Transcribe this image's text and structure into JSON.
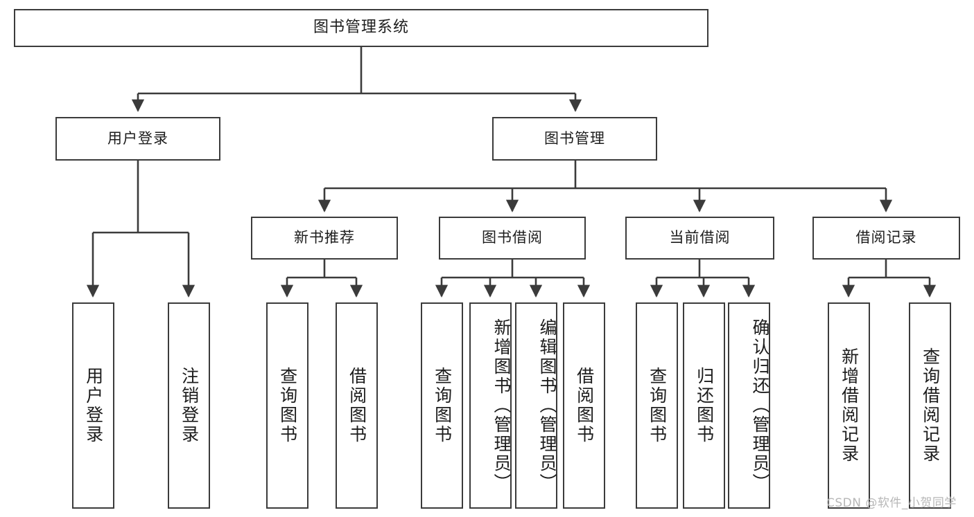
{
  "diagram": {
    "type": "tree-hierarchy",
    "title": "图书管理系统",
    "watermark": "CSDN @软件_小贺同学",
    "colors": {
      "box_border": "#3b3b3b",
      "box_fill": "#ffffff",
      "connector": "#3b3b3b",
      "text": "#1c1c1c",
      "watermark": "#b7b7b7",
      "background": "#ffffff"
    },
    "levels": {
      "root": "图书管理系统",
      "level1": [
        "用户登录",
        "图书管理"
      ],
      "level2": [
        "新书推荐",
        "图书借阅",
        "当前借阅",
        "借阅记录"
      ]
    },
    "nodes": {
      "root": {
        "label": "图书管理系统"
      },
      "user_login": {
        "label": "用户登录"
      },
      "book_manage": {
        "label": "图书管理"
      },
      "new_book_rec": {
        "label": "新书推荐"
      },
      "book_borrow": {
        "label": "图书借阅"
      },
      "current_borrow": {
        "label": "当前借阅"
      },
      "borrow_record": {
        "label": "借阅记录"
      },
      "leaf_user_login": {
        "label": "用户登录"
      },
      "leaf_logout": {
        "label": "注销登录"
      },
      "leaf_query_book_1": {
        "label": "查询图书"
      },
      "leaf_borrow_book_1": {
        "label": "借阅图书"
      },
      "leaf_query_book_2": {
        "label": "查询图书"
      },
      "leaf_add_book_admin": {
        "label": "新增图书（管理员）"
      },
      "leaf_edit_book_admin": {
        "label": "编辑图书（管理员）"
      },
      "leaf_borrow_book_2": {
        "label": "借阅图书"
      },
      "leaf_query_book_3": {
        "label": "查询图书"
      },
      "leaf_return_book": {
        "label": "归还图书"
      },
      "leaf_confirm_return_admin": {
        "label": "确认归还（管理员）"
      },
      "leaf_add_record": {
        "label": "新增借阅记录"
      },
      "leaf_query_record": {
        "label": "查询借阅记录"
      }
    },
    "edges": [
      {
        "from": "图书管理系统",
        "to": "用户登录"
      },
      {
        "from": "图书管理系统",
        "to": "图书管理"
      },
      {
        "from": "用户登录",
        "to": "用户登录"
      },
      {
        "from": "用户登录",
        "to": "注销登录"
      },
      {
        "from": "图书管理",
        "to": "新书推荐"
      },
      {
        "from": "图书管理",
        "to": "图书借阅"
      },
      {
        "from": "图书管理",
        "to": "当前借阅"
      },
      {
        "from": "图书管理",
        "to": "借阅记录"
      },
      {
        "from": "新书推荐",
        "to": "查询图书"
      },
      {
        "from": "新书推荐",
        "to": "借阅图书"
      },
      {
        "from": "图书借阅",
        "to": "查询图书"
      },
      {
        "from": "图书借阅",
        "to": "新增图书（管理员）"
      },
      {
        "from": "图书借阅",
        "to": "编辑图书（管理员）"
      },
      {
        "from": "图书借阅",
        "to": "借阅图书"
      },
      {
        "from": "当前借阅",
        "to": "查询图书"
      },
      {
        "from": "当前借阅",
        "to": "归还图书"
      },
      {
        "from": "当前借阅",
        "to": "确认归还（管理员）"
      },
      {
        "from": "借阅记录",
        "to": "新增借阅记录"
      },
      {
        "from": "借阅记录",
        "to": "查询借阅记录"
      }
    ]
  }
}
